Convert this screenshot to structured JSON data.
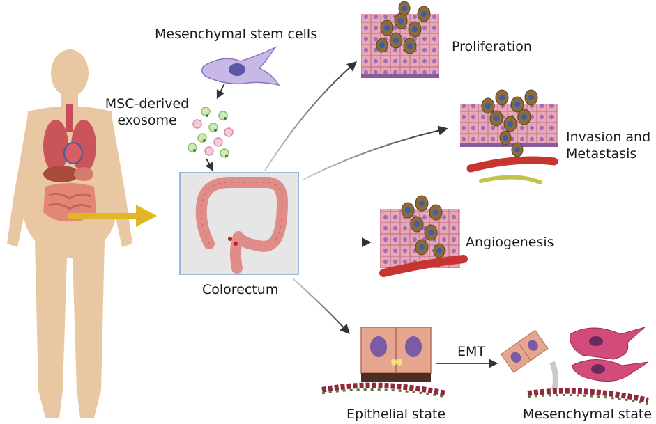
{
  "labels": {
    "msc": "Mesenchymal stem cells",
    "exosome_line1": "MSC-derived",
    "exosome_line2": "exosome",
    "colorectum": "Colorectum",
    "proliferation": "Proliferation",
    "invasion_line1": "Invasion and",
    "invasion_line2": "Metastasis",
    "angiogenesis": "Angiogenesis",
    "emt": "EMT",
    "epithelial": "Epithelial state",
    "mesenchymal": "Mesenchymal state"
  },
  "colors": {
    "skin": "#eac7a3",
    "organ": "#d9736b",
    "tumor_cell": "#8b6a3e",
    "nucleus": "#3a5fa8",
    "arrow_yellow": "#e0b526",
    "arrow_gray": "#555555",
    "panel_bg": "#e6e6e6",
    "panel_border": "#9fb6d6",
    "tissue_pink": "#e9a7b6",
    "vessel_red": "#c8342f",
    "mesenchymal_cell": "#d24b7a"
  }
}
